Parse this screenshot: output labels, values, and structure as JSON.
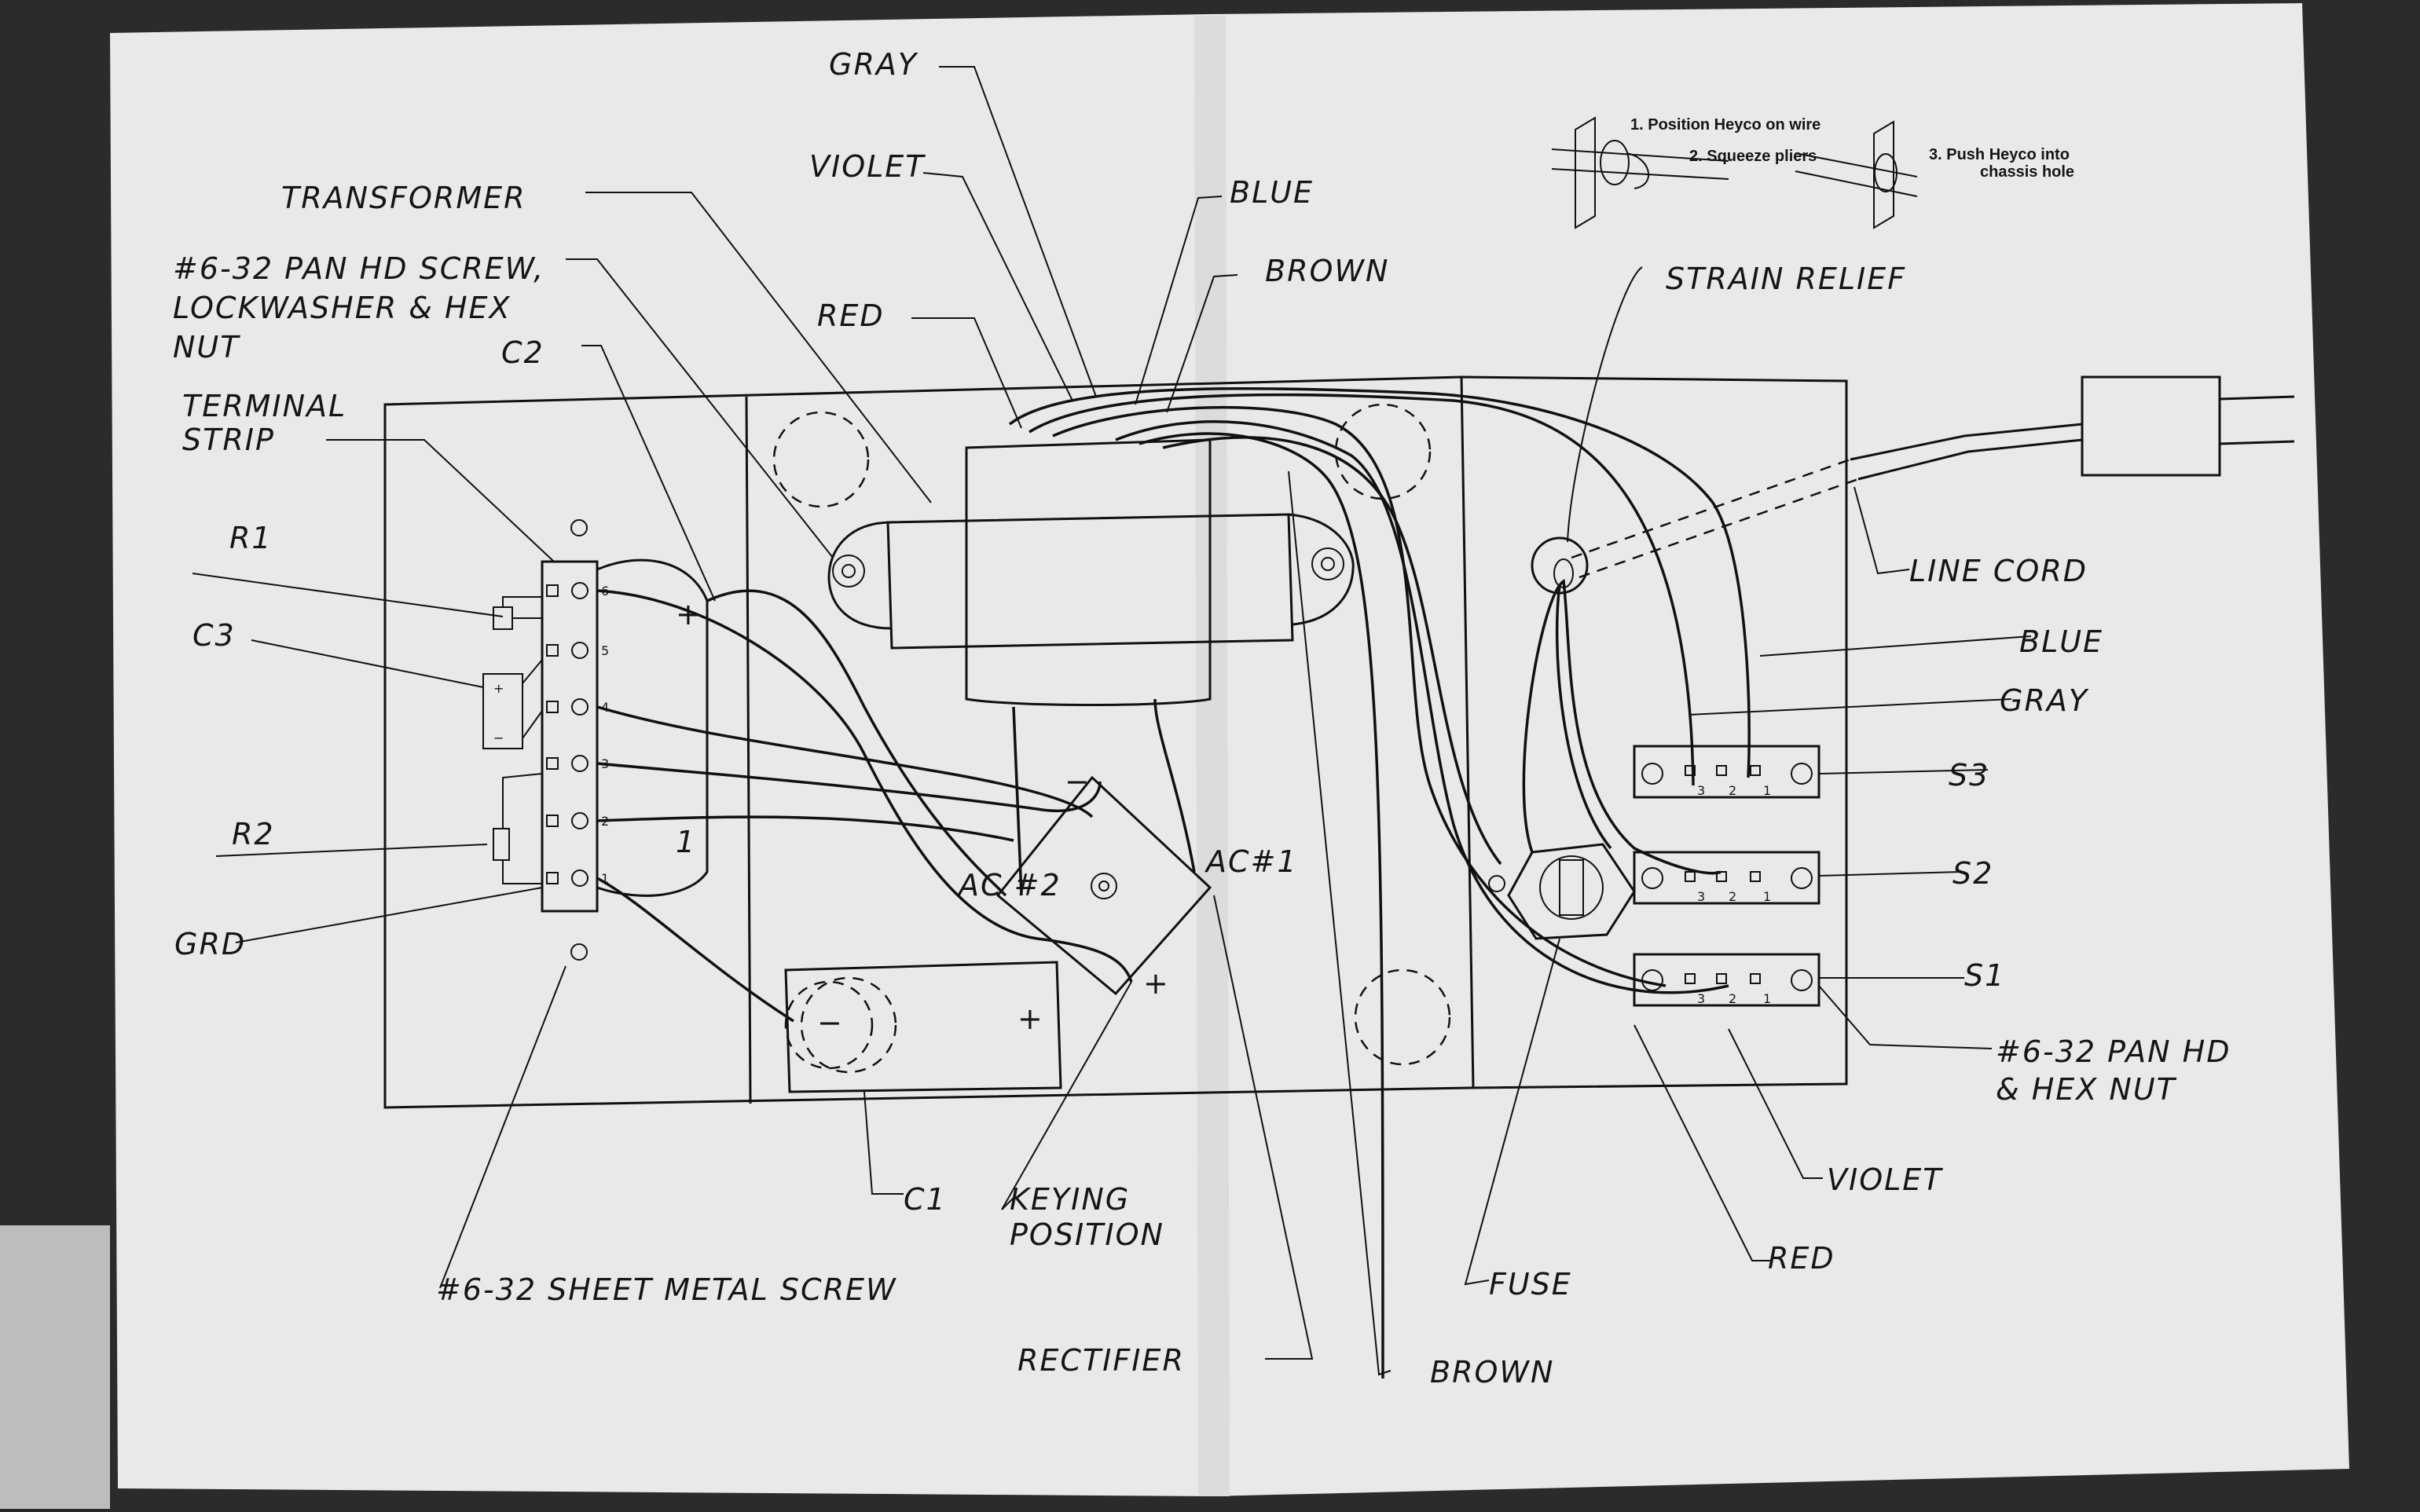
{
  "labels": {
    "gray_top": "GRAY",
    "violet_top": "VIOLET",
    "transformer": "TRANSFORMER",
    "blue_top": "BLUE",
    "screw_top_1": "#6-32 PAN HD SCREW,",
    "screw_top_2": "LOCKWASHER & HEX",
    "screw_top_3": "NUT",
    "brown_top": "BROWN",
    "strain_relief": "STRAIN RELIEF",
    "red_top": "RED",
    "c2": "C2",
    "terminal_1": "TERMINAL",
    "terminal_2": "STRIP",
    "r1": "R1",
    "c3": "C3",
    "r2": "R2",
    "grd": "GRD",
    "line_cord": "LINE CORD",
    "blue_right": "BLUE",
    "gray_right": "GRAY",
    "s3": "S3",
    "s2": "S2",
    "s1": "S1",
    "ac2": "AC #2",
    "ac1": "AC#1",
    "screw_right_1": "#6-32 PAN HD",
    "screw_right_2": "& HEX NUT",
    "violet_bottom": "VIOLET",
    "c1": "C1",
    "keying_1": "KEYING",
    "keying_2": "POSITION",
    "fuse": "FUSE",
    "red_bottom": "RED",
    "sheet_metal_screw": "#6-32 SHEET METAL SCREW",
    "rectifier": "RECTIFIER",
    "brown_bottom": "BROWN"
  },
  "heyco": {
    "step1": "1. Position Heyco on wire",
    "step2": "2. Squeeze pliers",
    "step3_1": "3. Push Heyco into",
    "step3_2": "chassis hole"
  },
  "terminal_numbers": [
    "6",
    "5",
    "4",
    "3",
    "2",
    "1"
  ],
  "switch_pins": [
    "3",
    "2",
    "1"
  ],
  "polarity": {
    "plus": "+",
    "minus": "−",
    "one": "1"
  }
}
